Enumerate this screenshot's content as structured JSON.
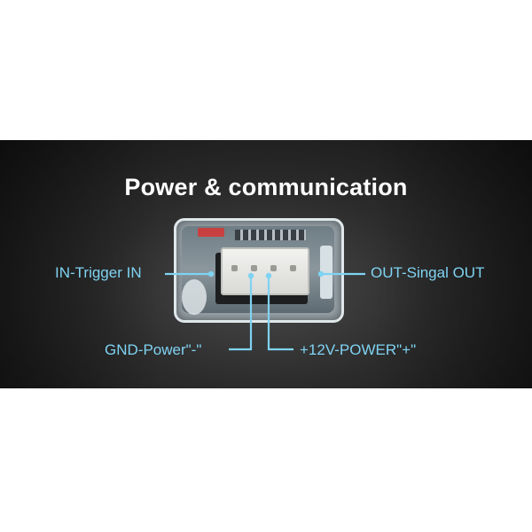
{
  "title": "Power & communication",
  "labels": {
    "in": "IN-Trigger IN",
    "out": "OUT-Singal OUT",
    "gnd": "GND-Power\"-\"",
    "v12": "+12V-POWER\"+\""
  },
  "colors": {
    "accent": "#7fd3f2",
    "title": "#ffffff",
    "background": "#1e1e1e"
  }
}
